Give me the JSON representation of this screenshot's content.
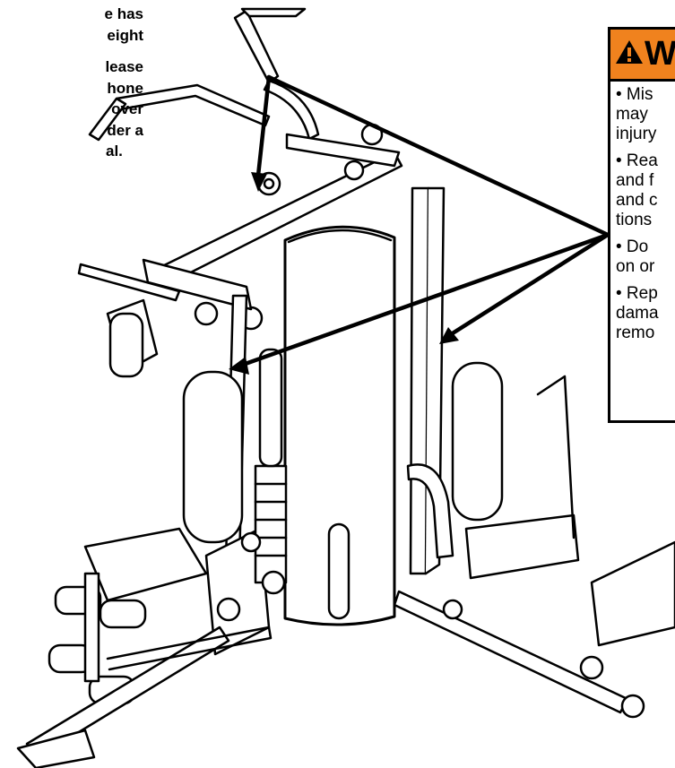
{
  "intro_text": {
    "lines_top": [
      "e has",
      "eight"
    ],
    "lines_bottom": [
      "lease",
      "hone",
      "over",
      "der a",
      "al."
    ]
  },
  "warning": {
    "heading": "W",
    "icon": "warning-triangle-icon",
    "header_color": "#f0821e",
    "items": [
      "• Mis\nmay\ninjury",
      "• Rea\nand f\nand c\ntions",
      "• Do\non or",
      "• Rep\ndama\nremo"
    ]
  }
}
